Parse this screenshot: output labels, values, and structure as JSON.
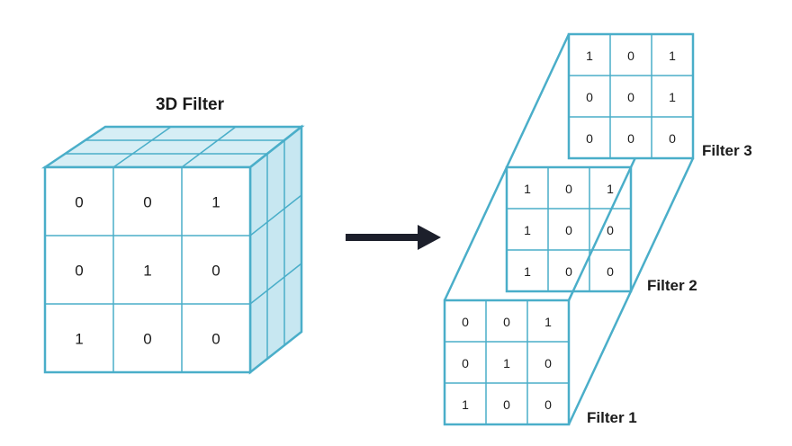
{
  "title": "3D Filter",
  "cube": {
    "front": [
      [
        "0",
        "0",
        "1"
      ],
      [
        "0",
        "1",
        "0"
      ],
      [
        "1",
        "0",
        "0"
      ]
    ]
  },
  "filters": [
    {
      "label": "Filter 1",
      "values": [
        [
          "0",
          "0",
          "1"
        ],
        [
          "0",
          "1",
          "0"
        ],
        [
          "1",
          "0",
          "0"
        ]
      ]
    },
    {
      "label": "Filter 2",
      "values": [
        [
          "1",
          "0",
          "1"
        ],
        [
          "1",
          "0",
          "0"
        ],
        [
          "1",
          "0",
          "0"
        ]
      ]
    },
    {
      "label": "Filter 3",
      "values": [
        [
          "1",
          "0",
          "1"
        ],
        [
          "0",
          "0",
          "1"
        ],
        [
          "0",
          "0",
          "0"
        ]
      ]
    }
  ],
  "colors": {
    "stroke": "#4aaec9",
    "top_face": "#d6eef5",
    "side_face": "#c7e7f1",
    "arrow": "#1c1f2b"
  }
}
